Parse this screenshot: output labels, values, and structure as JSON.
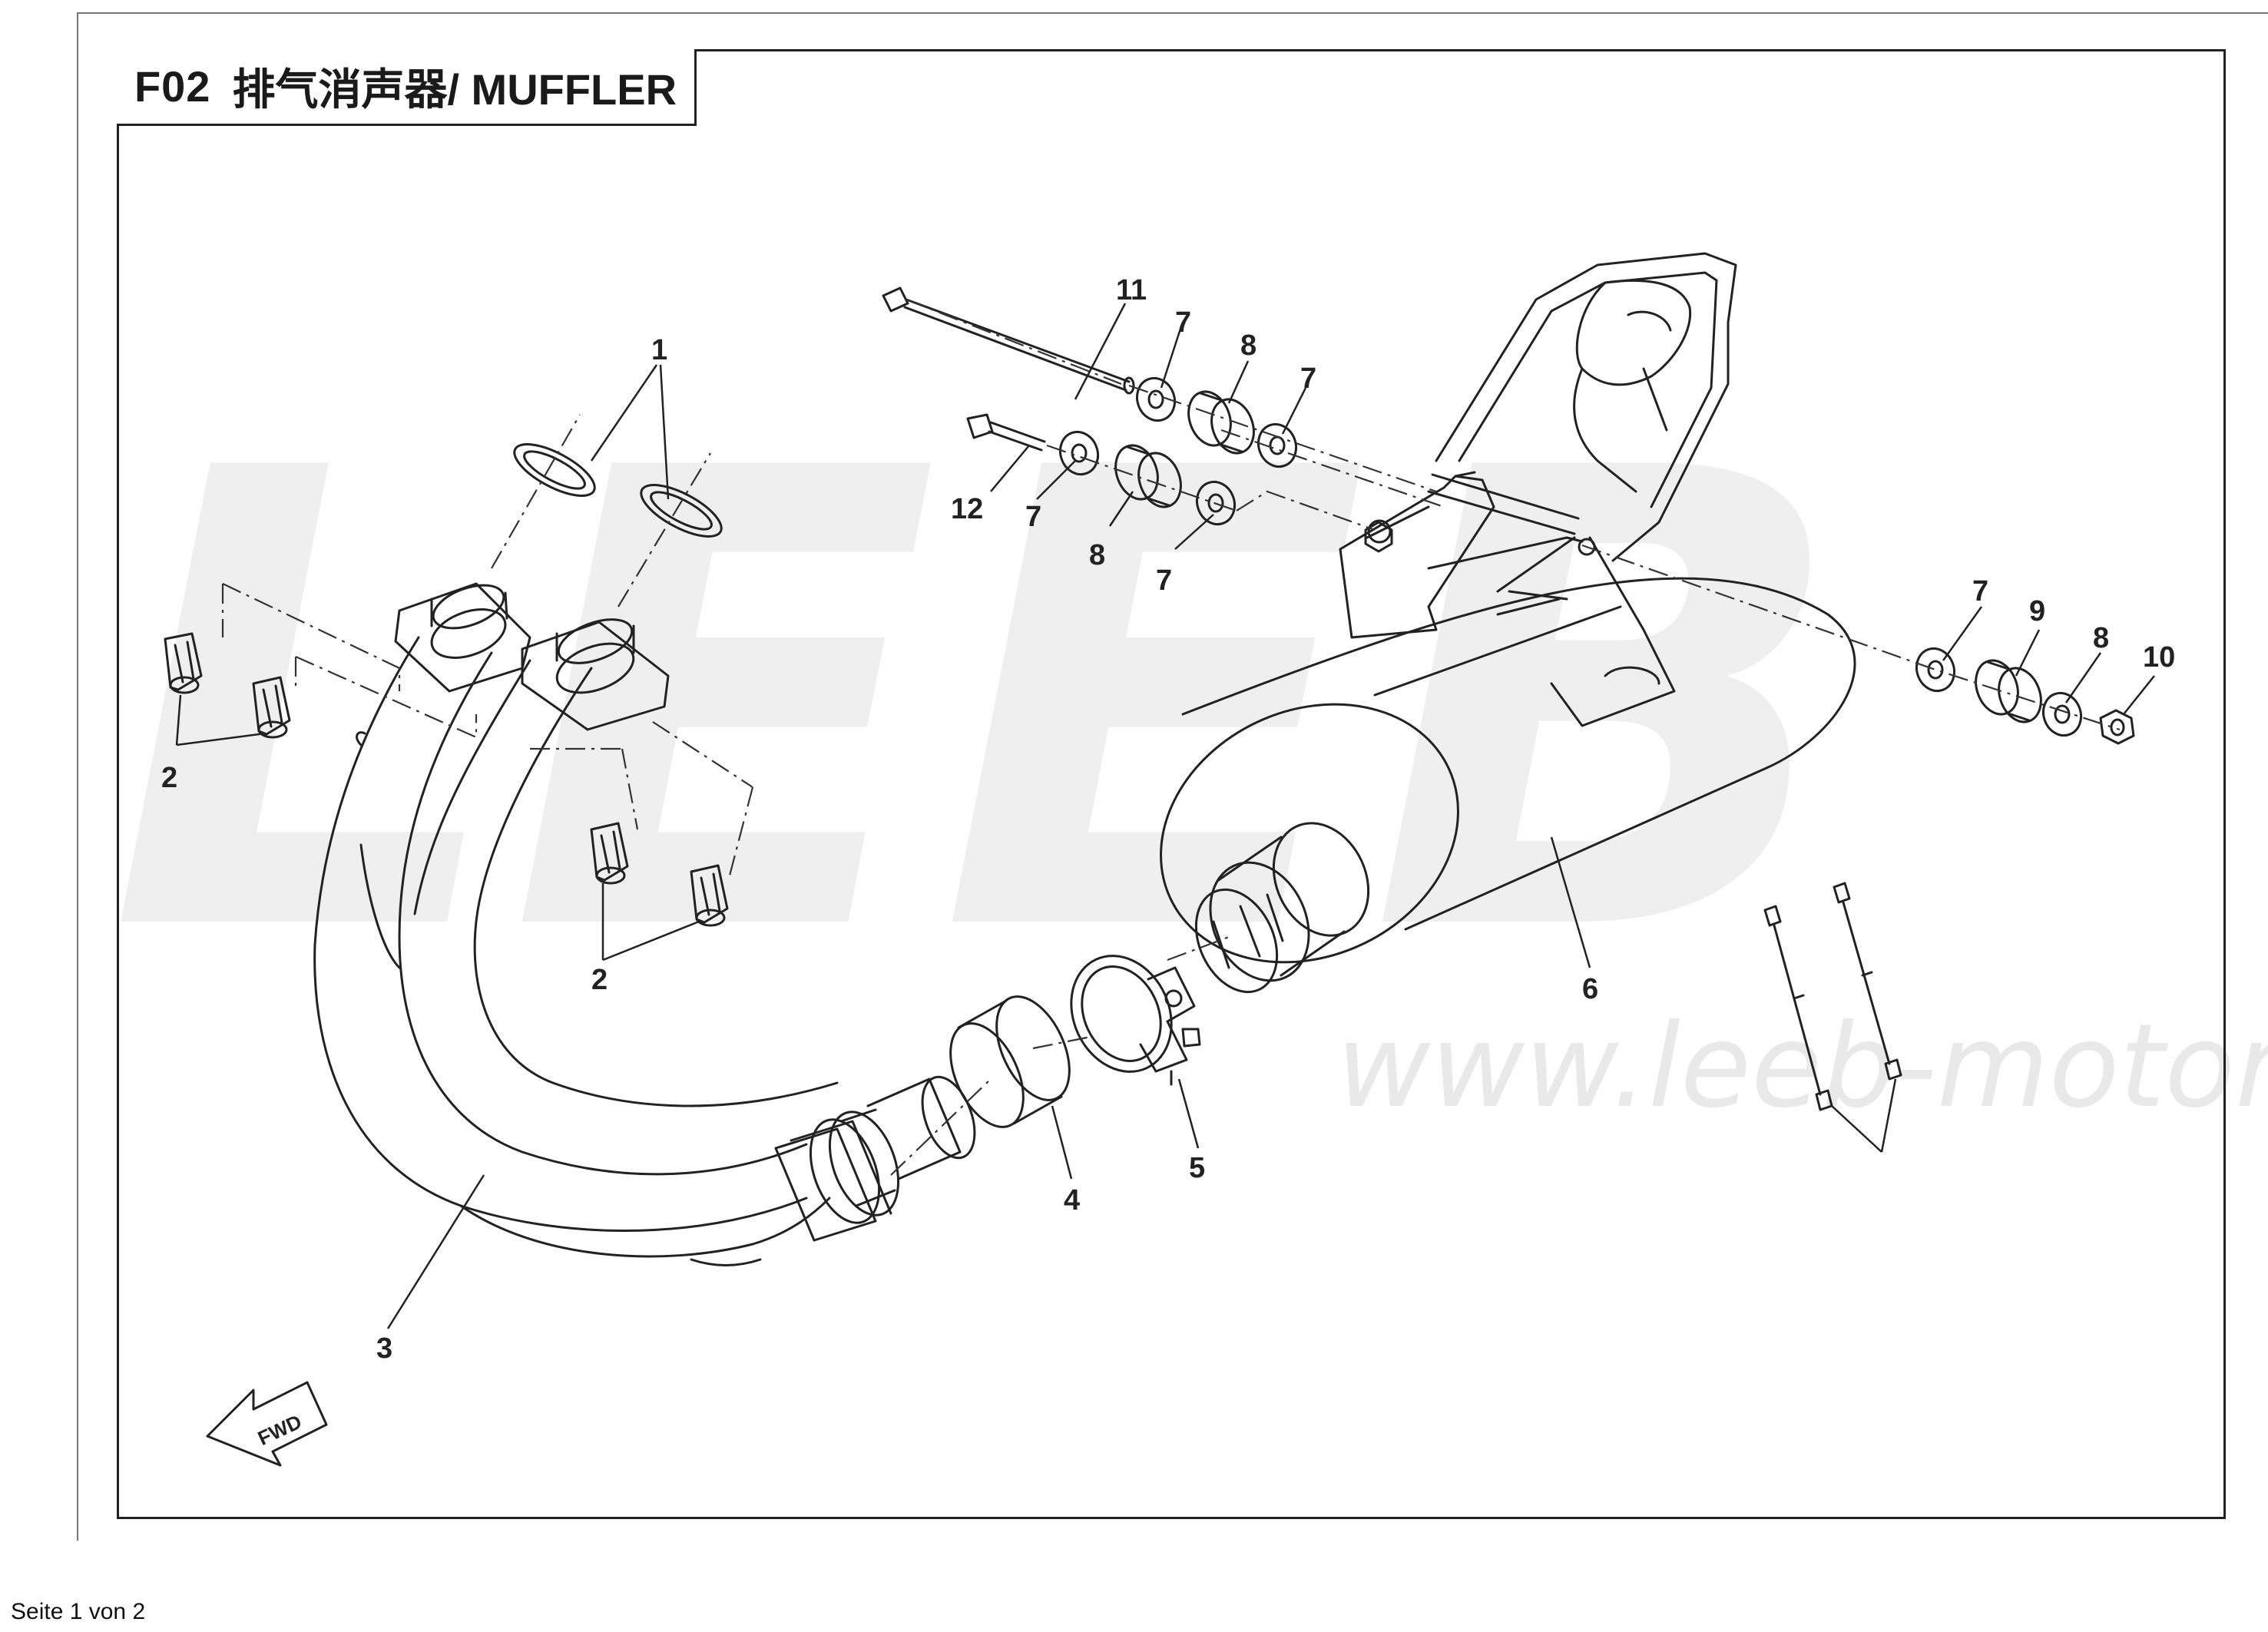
{
  "diagram": {
    "code": "F02",
    "name": "排气消声器/ MUFFLER",
    "watermark_logo": "LEEB",
    "watermark_url": "www.leeb-motor.com",
    "fwd_label": "FWD",
    "callouts": [
      "1",
      "2",
      "2",
      "3",
      "4",
      "5",
      "6",
      "7",
      "7",
      "7",
      "7",
      "7",
      "8",
      "8",
      "8",
      "9",
      "10",
      "11",
      "12"
    ]
  },
  "footer": {
    "page_label": "Seite 1 von 2"
  },
  "colors": {
    "line": "#222222",
    "frame": "#222222",
    "watermark": "#efefef"
  }
}
